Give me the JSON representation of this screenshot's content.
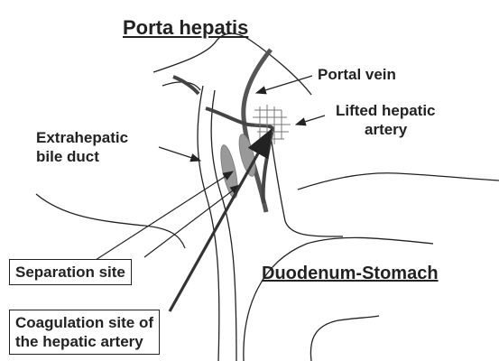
{
  "title": "Porta hepatis",
  "labels": {
    "portal_vein": "Portal vein",
    "lifted_artery_line1": "Lifted hepatic",
    "lifted_artery_line2": "artery",
    "bile_duct_line1": "Extrahepatic",
    "bile_duct_line2": "bile duct",
    "separation_site": "Separation site",
    "coagulation_line1": "Coagulation site of",
    "coagulation_line2": "the hepatic artery",
    "duodenum_stomach": "Duodenum-Stomach"
  },
  "colors": {
    "outline": "#222222",
    "vessel": "#555555",
    "vessel_dark": "#333333",
    "coagulation_fill": "#999999",
    "hatch": "#777777"
  }
}
